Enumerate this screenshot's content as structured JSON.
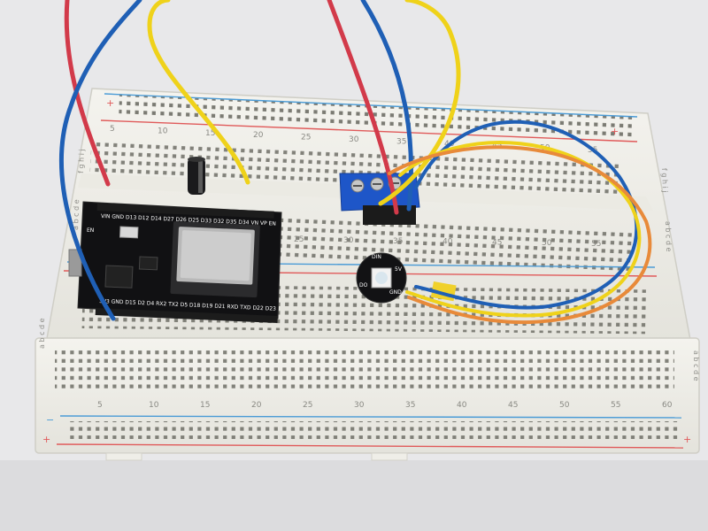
{
  "breadboard": {
    "upper_numbers": [
      "5",
      "10",
      "15",
      "20",
      "25",
      "30",
      "35",
      "40",
      "45",
      "50",
      "55"
    ],
    "lower_numbers": [
      "5",
      "10",
      "15",
      "20",
      "25",
      "30",
      "35",
      "40",
      "45",
      "50",
      "55",
      "60"
    ],
    "row_letters_left": "a b c d e",
    "row_letters_left2": "f g h i j",
    "row_letters_right": "a b c d e",
    "row_letters_right2": "f g h i j",
    "plus_symbol": "+",
    "minus_symbol": "−"
  },
  "esp32": {
    "top_pins": "VIN GND D13 D12 D14 D27 D26 D25 D33 D32 D35 D34 VN VP EN",
    "bottom_pins": "3V3 GND D15 D2 D4 RX2 TX2 D5 D18 D19 D21 RXD TXD D22 D23",
    "button_label": "EN",
    "module_label": ""
  },
  "led": {
    "labels": [
      "DIN",
      "5V",
      "GND",
      "DO"
    ]
  },
  "colors": {
    "red_wire": "#d23a4a",
    "blue_wire": "#1f5fb5",
    "yellow_wire": "#efd21a",
    "orange_wire": "#e88a3a",
    "terminal": "#1e56c8",
    "board": "#101012"
  }
}
